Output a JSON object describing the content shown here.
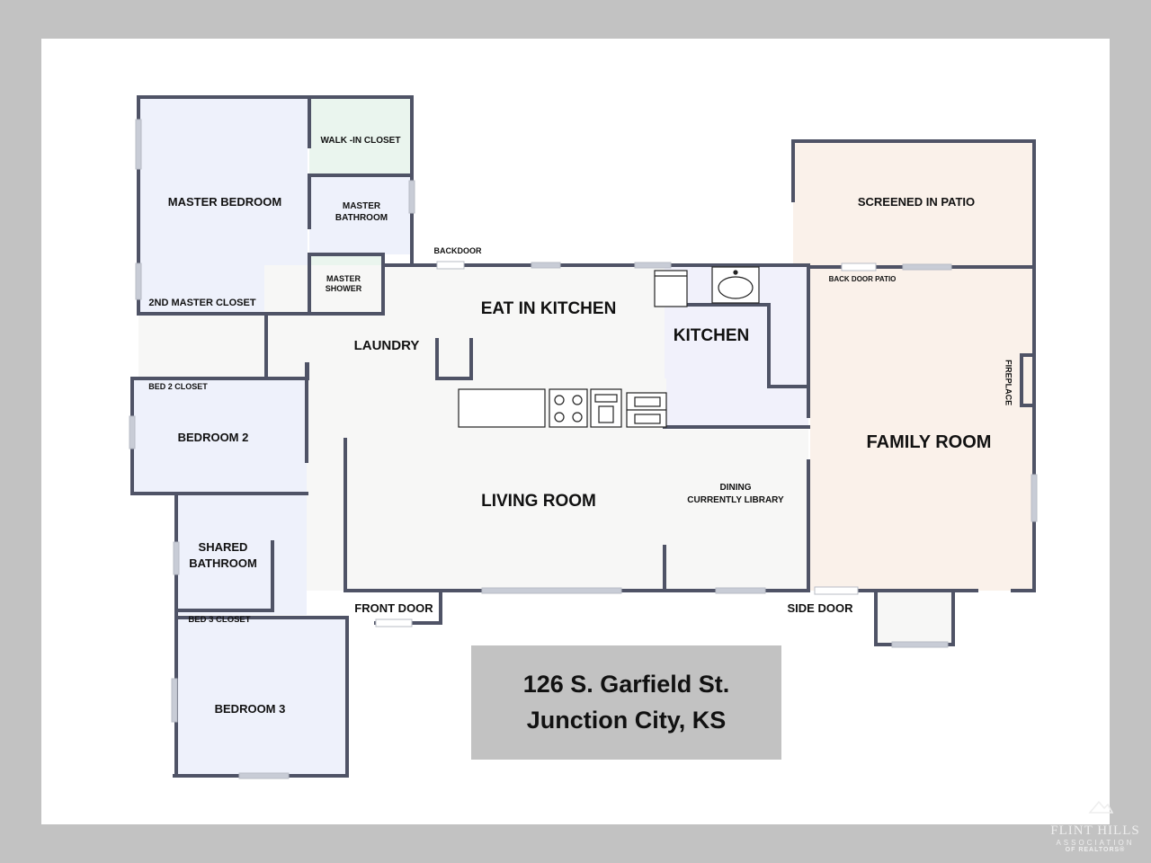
{
  "rooms": {
    "master_bedroom": "MASTER BEDROOM",
    "walk_in_closet": "WALK -IN CLOSET",
    "master_bathroom": "MASTER\nBATHROOM",
    "master_shower": "MASTER\nSHOWER",
    "second_master_closet": "2ND MASTER CLOSET",
    "laundry": "LAUNDRY",
    "eat_in_kitchen": "EAT IN KITCHEN",
    "kitchen": "KITCHEN",
    "screened_patio": "SCREENED IN PATIO",
    "family_room": "FAMILY ROOM",
    "fireplace": "FIREPLACE",
    "bed2_closet": "BED 2 CLOSET",
    "bedroom2": "BEDROOM 2",
    "living_room": "LIVING ROOM",
    "dining": "DINING\nCURRENTLY LIBRARY",
    "shared_bathroom": "SHARED\nBATHROOM",
    "bed3_closet": "BED 3 CLOSET",
    "bedroom3": "BEDROOM 3"
  },
  "doors": {
    "backdoor": "BACKDOOR",
    "back_door_patio": "BACK DOOR PATIO",
    "front_door": "FRONT DOOR",
    "side_door": "SIDE DOOR"
  },
  "address": {
    "line1": "126 S. Garfield St.",
    "line2": "Junction City, KS"
  },
  "logo": {
    "line1": "FLINT HILLS",
    "line2": "ASSOCIATION",
    "line3": "OF REALTORS®"
  },
  "colors": {
    "background": "#c2c2c2",
    "wall": "#4f5366",
    "bedroom_fill": "#eef1fb",
    "bathroom_fill": "#eaf5ee",
    "patio_fill": "#faf1ea",
    "kitchen_fill": "#f1f1fb",
    "common_fill": "#f7f7f6"
  },
  "icons": [
    "island-counter",
    "stove-icon",
    "coffee-maker-icon",
    "double-oven-icon",
    "sink-icon",
    "dishwasher-icon"
  ]
}
